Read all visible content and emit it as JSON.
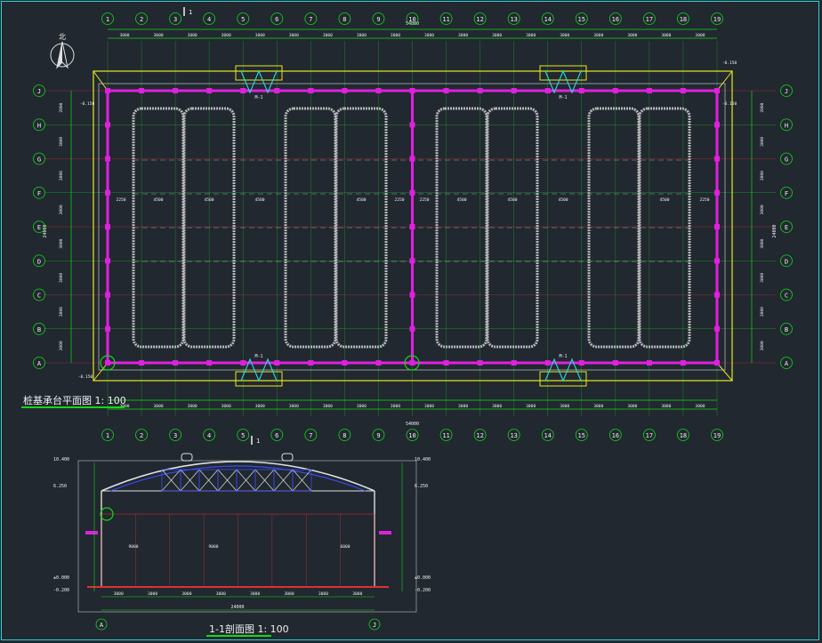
{
  "colors": {
    "background": "#212830",
    "dimension": "#14d814",
    "column": "#e020e0",
    "outline": "#e8e820",
    "wall": "#e0e0e0",
    "axis_line": "#e23030",
    "border": "#2ad4d4",
    "roof_truss": "#3a4bf0",
    "label": "#f0f0f0"
  },
  "plan": {
    "title": "桩基承台平面图 1: 100",
    "column_axes": [
      "1",
      "2",
      "3",
      "4",
      "5",
      "6",
      "7",
      "8",
      "9",
      "10",
      "11",
      "12",
      "13",
      "14",
      "15",
      "16",
      "17",
      "18",
      "19"
    ],
    "row_axes": [
      "J",
      "H",
      "G",
      "F",
      "E",
      "D",
      "C",
      "B",
      "A"
    ],
    "bay_dim_labels": [
      "3000",
      "3000",
      "3000",
      "3000",
      "3000",
      "3000",
      "3000",
      "3000",
      "3000",
      "3000",
      "3000",
      "3000",
      "3000",
      "3000",
      "3000",
      "3000",
      "3000",
      "3000"
    ],
    "overall_dim_label": "54000",
    "row_dim_labels": [
      "2000",
      "3000",
      "3000",
      "3000",
      "3000",
      "3000",
      "3000",
      "3000"
    ],
    "overall_row_dim_label": "24000",
    "room_width_labels": [
      "4500",
      "4500",
      "4500",
      "4500",
      "4500",
      "4500"
    ],
    "side_labels": [
      "2250",
      "2250",
      "2250",
      "2250"
    ],
    "level_labels": [
      "-0.150",
      "-0.150",
      "-0.150",
      "-0.150"
    ],
    "door_labels": [
      "M-1",
      "M-1",
      "M-1",
      "M-1"
    ],
    "section_mark": "1",
    "north_label": "北"
  },
  "section": {
    "title": "1-1剖面图 1: 100",
    "axes": [
      "A",
      "J"
    ],
    "left_elevations": [
      "10.400",
      "6.250",
      "±0.000",
      "-0.200"
    ],
    "right_elevations": [
      "10.400",
      "6.250",
      "±0.000",
      "-0.200"
    ],
    "bay_labels": [
      "3000",
      "3000",
      "3000",
      "3000",
      "3000",
      "3000",
      "3000",
      "3000"
    ],
    "overall_label": "24000",
    "inner_span_labels": [
      "9000",
      "9000",
      "6000"
    ]
  }
}
